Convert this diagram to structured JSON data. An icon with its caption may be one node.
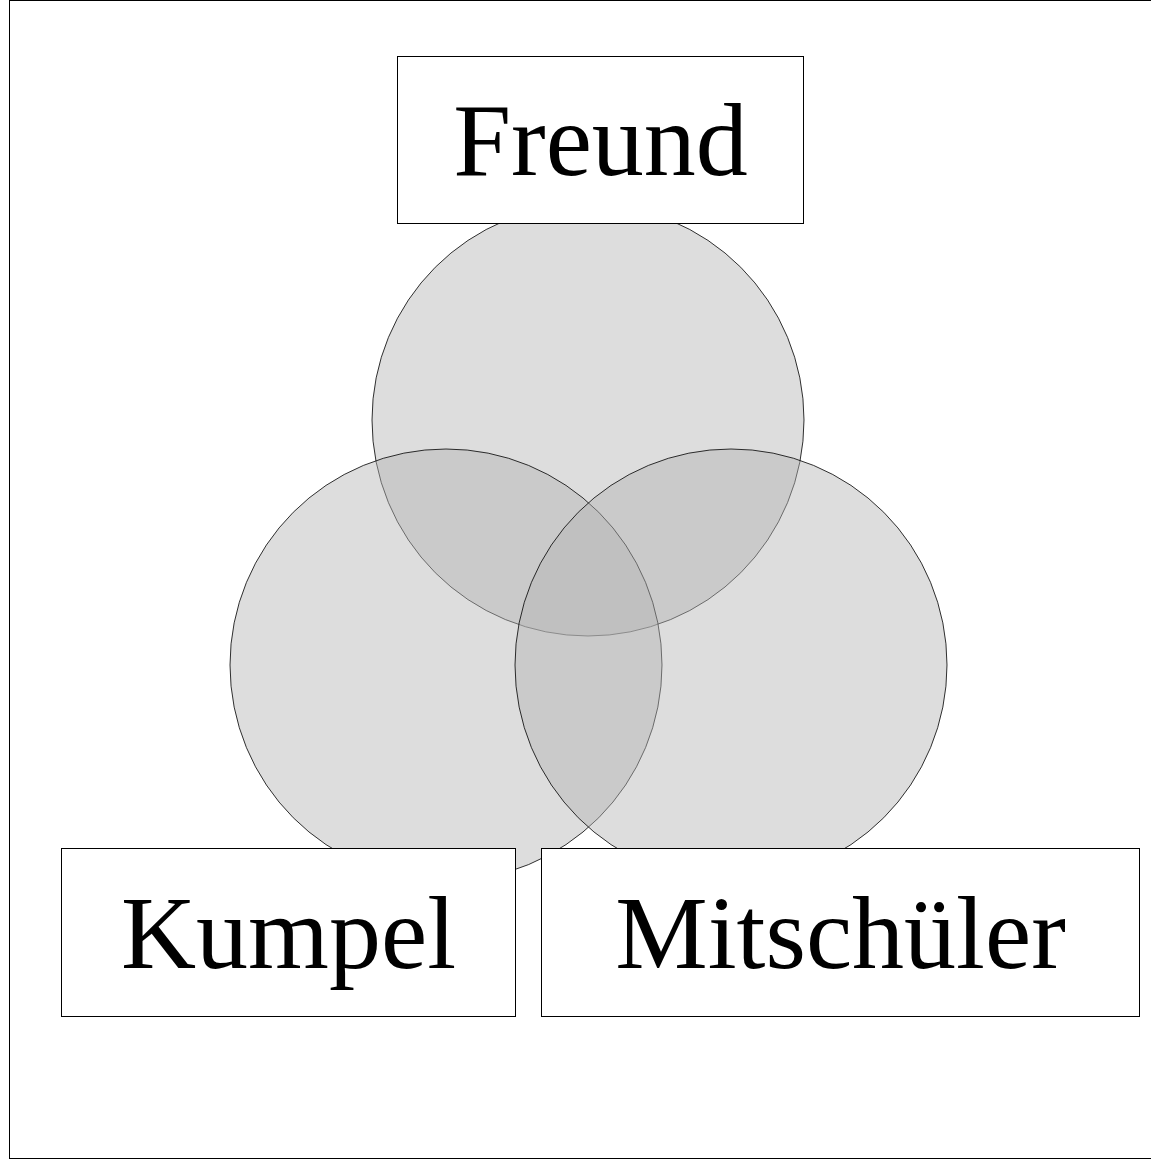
{
  "diagram": {
    "nodes": [
      {
        "text": [
          "Freund"
        ]
      },
      {
        "text": [
          "Kumpel"
        ]
      },
      {
        "text": [
          "Mitschüler"
        ]
      }
    ]
  }
}
